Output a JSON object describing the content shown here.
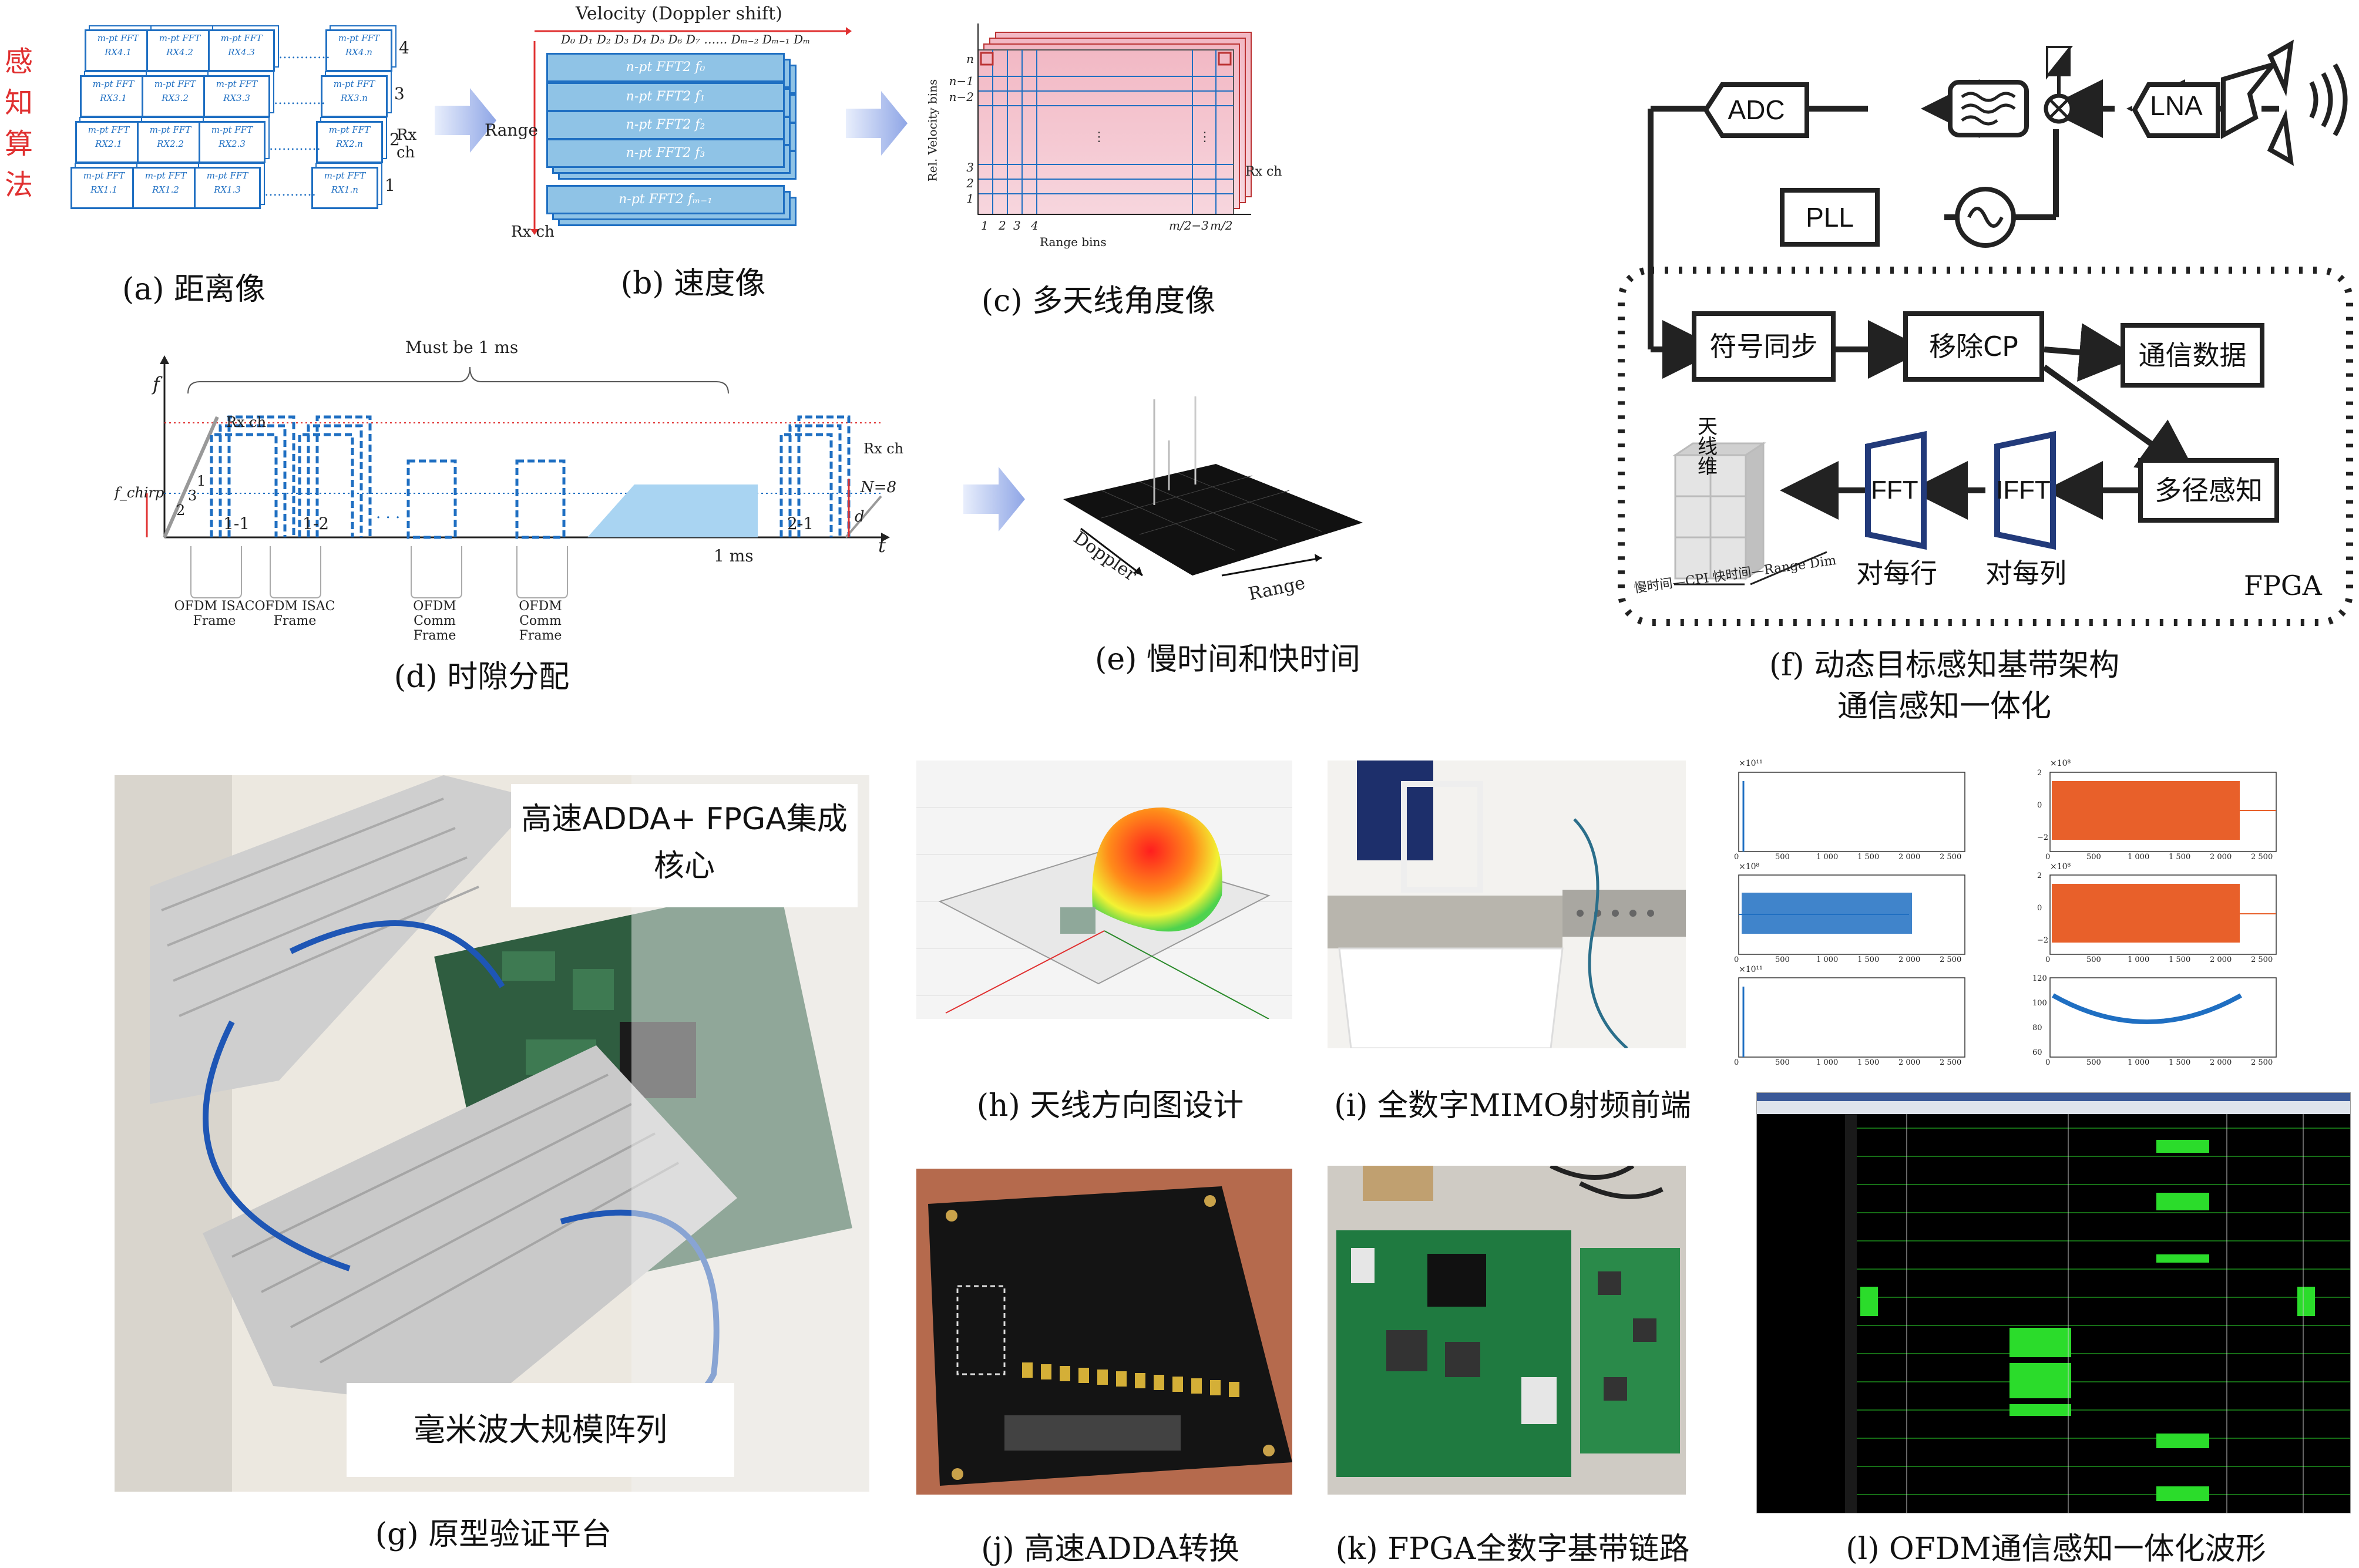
{
  "side_label": "感知算法",
  "captions": {
    "a": "(a) 距离像",
    "b": "(b) 速度像",
    "c": "(c) 多天线角度像",
    "d": "(d) 时隙分配",
    "e": "(e) 慢时间和快时间",
    "f_line1": "(f) 动态目标感知基带架构",
    "f_line2": "通信感知一体化",
    "g": "(g) 原型验证平台",
    "h": "(h) 天线方向图设计",
    "i": "(i) 全数字MIMO射频前端",
    "j": "(j) 高速ADDA转换",
    "k": "(k) FPGA全数字基带链路",
    "l": "(l) OFDM通信感知一体化波形"
  },
  "panel_a": {
    "rows": [
      {
        "label": "4",
        "cells": [
          "m-pt FFT RX4.1",
          "m-pt FFT RX4.2",
          "m-pt FFT RX4.3",
          "m-pt FFT RX4.n"
        ]
      },
      {
        "label": "3",
        "cells": [
          "m-pt FFT RX3.1",
          "m-pt FFT RX3.2",
          "m-pt FFT RX3.3",
          "m-pt FFT RX3.n"
        ]
      },
      {
        "label": "2",
        "cells": [
          "m-pt FFT RX2.1",
          "m-pt FFT RX2.2",
          "m-pt FFT RX2.3",
          "m-pt FFT RX2.n"
        ]
      },
      {
        "label": "1",
        "cells": [
          "m-pt FFT RX1.1",
          "m-pt FFT RX1.2",
          "m-pt FFT RX1.3",
          "m-pt FFT RX1.n"
        ]
      }
    ],
    "rx_label": "Rx ch"
  },
  "panel_b": {
    "title": "Velocity (Doppler shift)",
    "top_labels": "D₀ D₁ D₂ D₃ D₄ D₅ D₆ D₇ …… Dₘ₋₂ Dₘ₋₁ Dₘ",
    "range_label": "Range",
    "rx_label": "Rx ch",
    "bars": [
      "n-pt FFT2 f₀",
      "n-pt FFT2 f₁",
      "n-pt FFT2 f₂",
      "n-pt FFT2 f₃",
      "n-pt FFT2 fₘ₋₁"
    ]
  },
  "panel_c": {
    "ylabel": "Rel. Velocity bins",
    "xlabel": "Range bins",
    "rx_label": "Rx ch",
    "yticks": [
      "n",
      "n−1",
      "n−2",
      "3",
      "2",
      "1"
    ],
    "xticks": [
      "1",
      "2",
      "3",
      "4",
      "m/2−3",
      "m/2"
    ]
  },
  "panel_d": {
    "must": "Must be 1 ms",
    "f": "f",
    "fchirp": "f_chirp",
    "t": "t",
    "onems": "1 ms",
    "rx": "Rx ch",
    "rx2": "Rx ch",
    "n8": "N=8",
    "d": "d",
    "nums": [
      "1-1",
      "1-2",
      "2-1",
      "1",
      "2",
      "3"
    ],
    "frames": [
      "OFDM ISAC Frame",
      "OFDM ISAC Frame",
      "OFDM Comm Frame",
      "OFDM Comm Frame"
    ]
  },
  "panel_e": {
    "doppler": "Doppler",
    "range": "Range"
  },
  "panel_f": {
    "adc": "ADC",
    "lna": "LNA",
    "pll": "PLL",
    "sync": "符号同步",
    "rmcp": "移除CP",
    "comm": "通信数据",
    "multi": "多径感知",
    "fft": "FFT",
    "ifft": "IFFT",
    "row": "对每行",
    "col": "对每列",
    "fpga": "FPGA",
    "cube_top": "天线维",
    "cube_bottom": "慢时间—CPI 快时间—Range Dim"
  },
  "panel_g": {
    "note1": "高速ADDA+ FPGA集成核心",
    "note2": "毫米波大规模阵列"
  },
  "panel_l_axes": {
    "left_y_exp": [
      "×10¹¹",
      "×10⁸",
      "×10¹¹"
    ],
    "right_y_exp": [
      "×10⁸",
      "×10⁸",
      ""
    ],
    "xticks": [
      "0",
      "500",
      "1 000",
      "1 500",
      "2 000",
      "2 500"
    ],
    "right_y": [
      "2",
      "0",
      "−2"
    ],
    "right_bottom_y": [
      "120",
      "100",
      "80",
      "60"
    ]
  },
  "colors": {
    "blue": "#1f6fc2",
    "red": "#e03030",
    "green": "#2bdc2b",
    "orange": "#e8602a"
  }
}
